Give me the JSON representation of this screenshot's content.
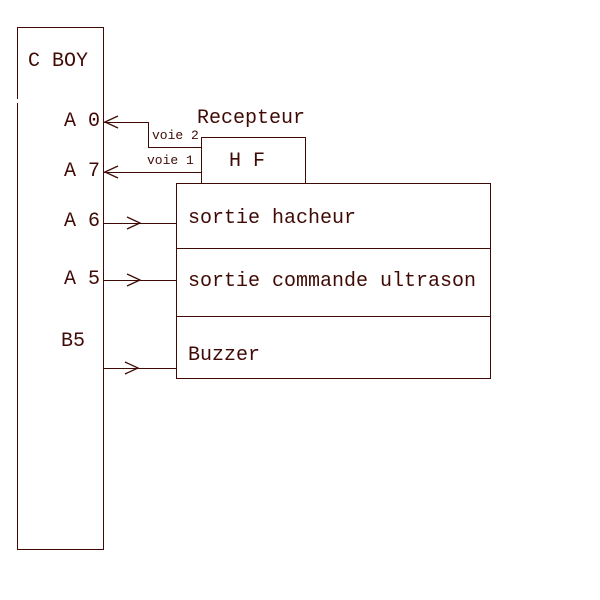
{
  "colors": {
    "ink": "#400b06",
    "background": "#ffffff"
  },
  "diagram": {
    "controller": {
      "label": "C BOY"
    },
    "pins": [
      {
        "label": "A 0",
        "direction": "in",
        "connected_to": "Recepteur HF voie 2"
      },
      {
        "label": "A 7",
        "direction": "in",
        "connected_to": "Recepteur HF voie 1"
      },
      {
        "label": "A 6",
        "direction": "out",
        "connected_to": "sortie hacheur"
      },
      {
        "label": "A 5",
        "direction": "out",
        "connected_to": "sortie commande ultrason"
      },
      {
        "label": "B5",
        "direction": "out",
        "connected_to": "Buzzer"
      }
    ],
    "receiver": {
      "title": "Recepteur",
      "box_label": "H F"
    },
    "channels": [
      {
        "label": "voie 2"
      },
      {
        "label": "voie 1"
      }
    ],
    "outputs": [
      {
        "label": "sortie hacheur"
      },
      {
        "label": "sortie commande ultrason"
      },
      {
        "label": "Buzzer"
      }
    ]
  }
}
